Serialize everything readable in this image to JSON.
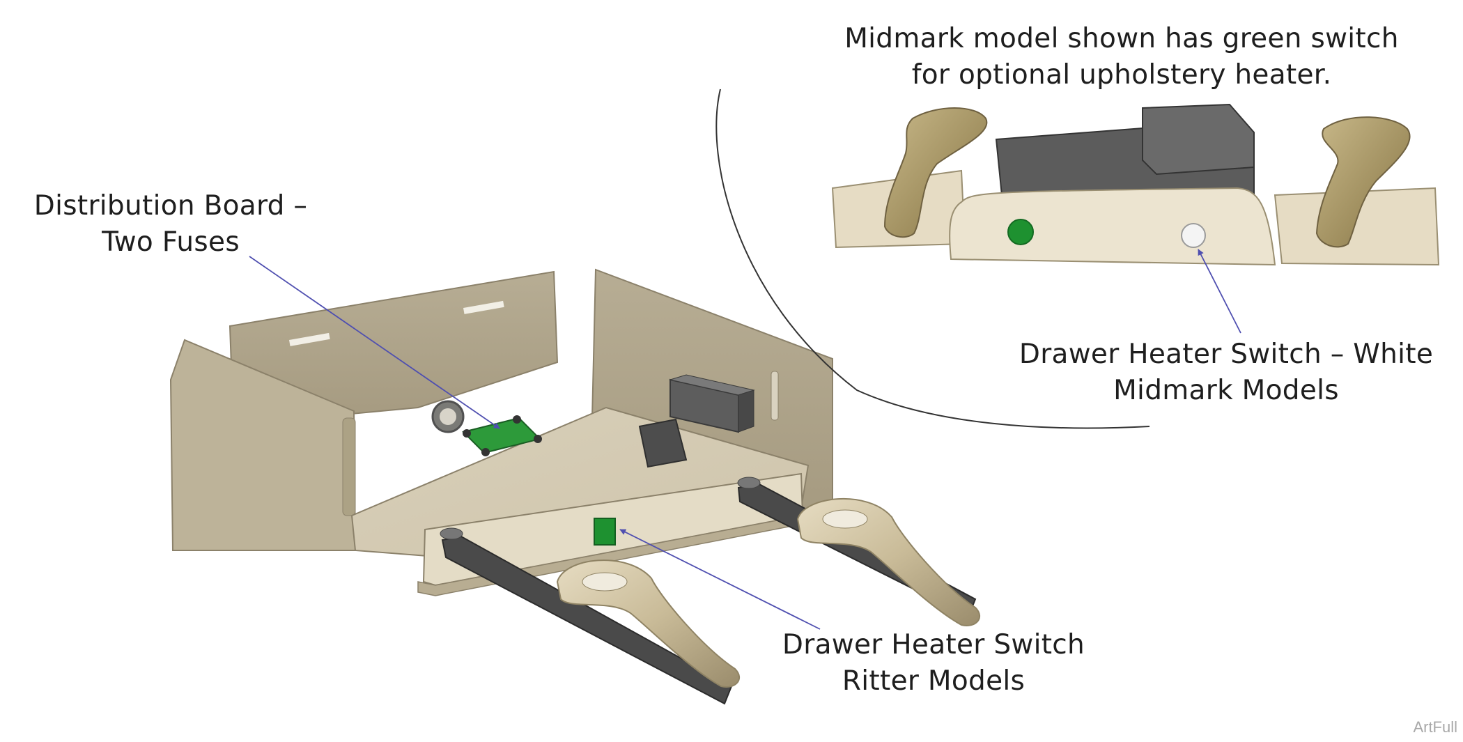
{
  "callouts": {
    "midmark_note": {
      "line1": "Midmark model shown has green switch",
      "line2": "for optional upholstery heater."
    },
    "distribution_board": {
      "line1": "Distribution Board –",
      "line2": "Two Fuses"
    },
    "white_switch": {
      "line1": "Drawer Heater Switch – White",
      "line2": "Midmark Models"
    },
    "ritter_switch": {
      "line1": "Drawer Heater Switch",
      "line2": "Ritter Models"
    }
  },
  "credit": "ArtFull",
  "colors": {
    "housing": "#c9bea4",
    "housing_light": "#e4dcc8",
    "housing_dark": "#a89d82",
    "rail": "#4a4a4a",
    "board": "#1f8a2e",
    "switch_green": "#1e9130",
    "switch_white": "#f2f2f2",
    "arrow": "#5a5ab0"
  }
}
